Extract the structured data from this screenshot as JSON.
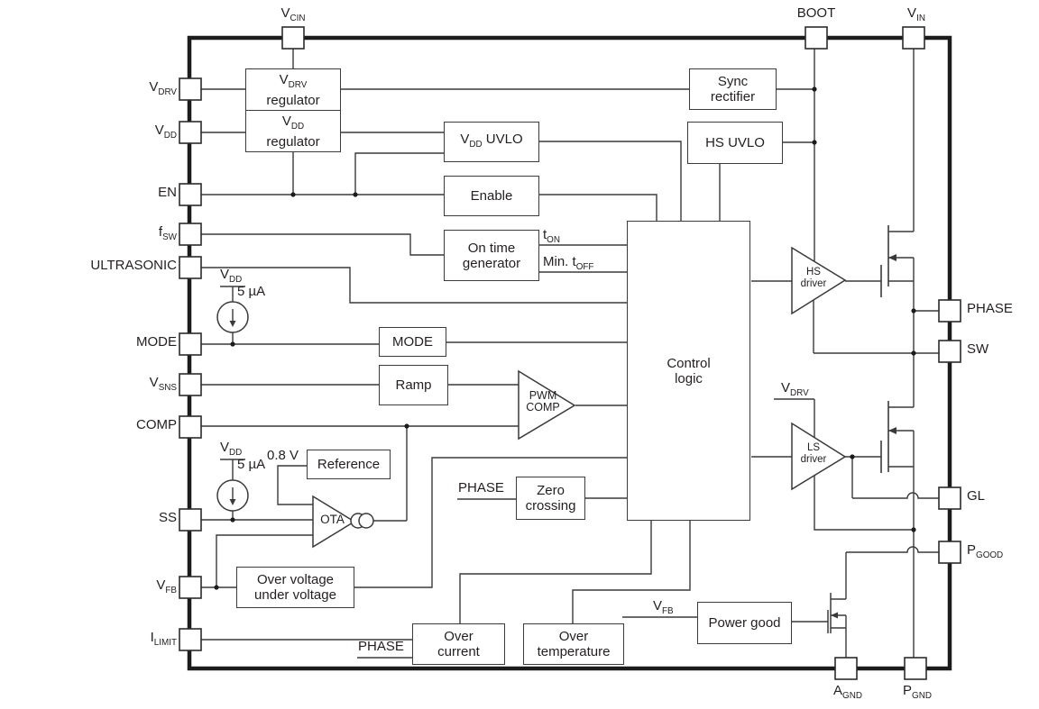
{
  "figure": {
    "description": "Functional block diagram of a synchronous buck converter IC"
  },
  "colors": {
    "line": "#3a3a3a",
    "border": "#1c1c1c",
    "text": "#231f20",
    "background": "#ffffff"
  },
  "pins": {
    "top": [
      {
        "main": "V",
        "sub": "CIN"
      },
      {
        "main": "BOOT",
        "sub": ""
      },
      {
        "main": "V",
        "sub": "IN"
      }
    ],
    "left": [
      {
        "main": "V",
        "sub": "DRV"
      },
      {
        "main": "V",
        "sub": "DD"
      },
      {
        "main": "EN",
        "sub": ""
      },
      {
        "main": "f",
        "sub": "SW"
      },
      {
        "main": "ULTRASONIC",
        "sub": ""
      },
      {
        "main": "MODE",
        "sub": ""
      },
      {
        "main": "V",
        "sub": "SNS"
      },
      {
        "main": "COMP",
        "sub": ""
      },
      {
        "main": "SS",
        "sub": ""
      },
      {
        "main": "V",
        "sub": "FB"
      },
      {
        "main": "I",
        "sub": "LIMIT"
      }
    ],
    "right": [
      {
        "main": "PHASE",
        "sub": ""
      },
      {
        "main": "SW",
        "sub": ""
      },
      {
        "main": "GL",
        "sub": ""
      },
      {
        "main": "P",
        "sub": "GOOD"
      }
    ],
    "bottom": [
      {
        "main": "A",
        "sub": "GND"
      },
      {
        "main": "P",
        "sub": "GND"
      }
    ]
  },
  "blocks": {
    "vdrv_regulator": {
      "l1_main": "V",
      "l1_sub": "DRV",
      "l2": "regulator"
    },
    "vdd_regulator": {
      "l1_main": "V",
      "l1_sub": "DD",
      "l2": "regulator"
    },
    "vdd_uvlo": {
      "main": "V",
      "sub": "DD",
      "rest": " UVLO"
    },
    "enable": {
      "label": "Enable"
    },
    "on_time_generator": {
      "l1": "On time",
      "l2": "generator"
    },
    "sync_rectifier": {
      "l1": "Sync",
      "l2": "rectifier"
    },
    "hs_uvlo": {
      "label": "HS UVLO"
    },
    "mode": {
      "label": "MODE"
    },
    "ramp": {
      "label": "Ramp"
    },
    "control_logic": {
      "l1": "Control",
      "l2": "logic"
    },
    "reference": {
      "label": "Reference"
    },
    "zero_crossing": {
      "l1": "Zero",
      "l2": "crossing"
    },
    "ov_uv": {
      "l1": "Over voltage",
      "l2": "under voltage"
    },
    "over_current": {
      "l1": "Over",
      "l2": "current"
    },
    "over_temperature": {
      "l1": "Over",
      "l2": "temperature"
    },
    "power_good": {
      "label": "Power good"
    }
  },
  "amplifiers": {
    "pwm_comp": {
      "l1": "PWM",
      "l2": "COMP"
    },
    "hs_driver": {
      "l1": "HS",
      "l2": "driver"
    },
    "ls_driver": {
      "l1": "LS",
      "l2": "driver"
    },
    "ota": {
      "label": "OTA"
    }
  },
  "wire_labels": {
    "t_on": {
      "main": "t",
      "sub": "ON"
    },
    "min_t_off": {
      "main": "Min. t",
      "sub": "OFF"
    },
    "ref_voltage": "0.8 V",
    "vdrv_supply": {
      "main": "V",
      "sub": "DRV"
    },
    "phase_zero_crossing": "PHASE",
    "phase_over_current": "PHASE",
    "vfb_power_good": {
      "main": "V",
      "sub": "FB"
    }
  },
  "current_sources": {
    "cs1": {
      "rail_main": "V",
      "rail_sub": "DD",
      "value": "5 µA"
    },
    "cs2": {
      "rail_main": "V",
      "rail_sub": "DD",
      "value": "5 µA"
    }
  }
}
